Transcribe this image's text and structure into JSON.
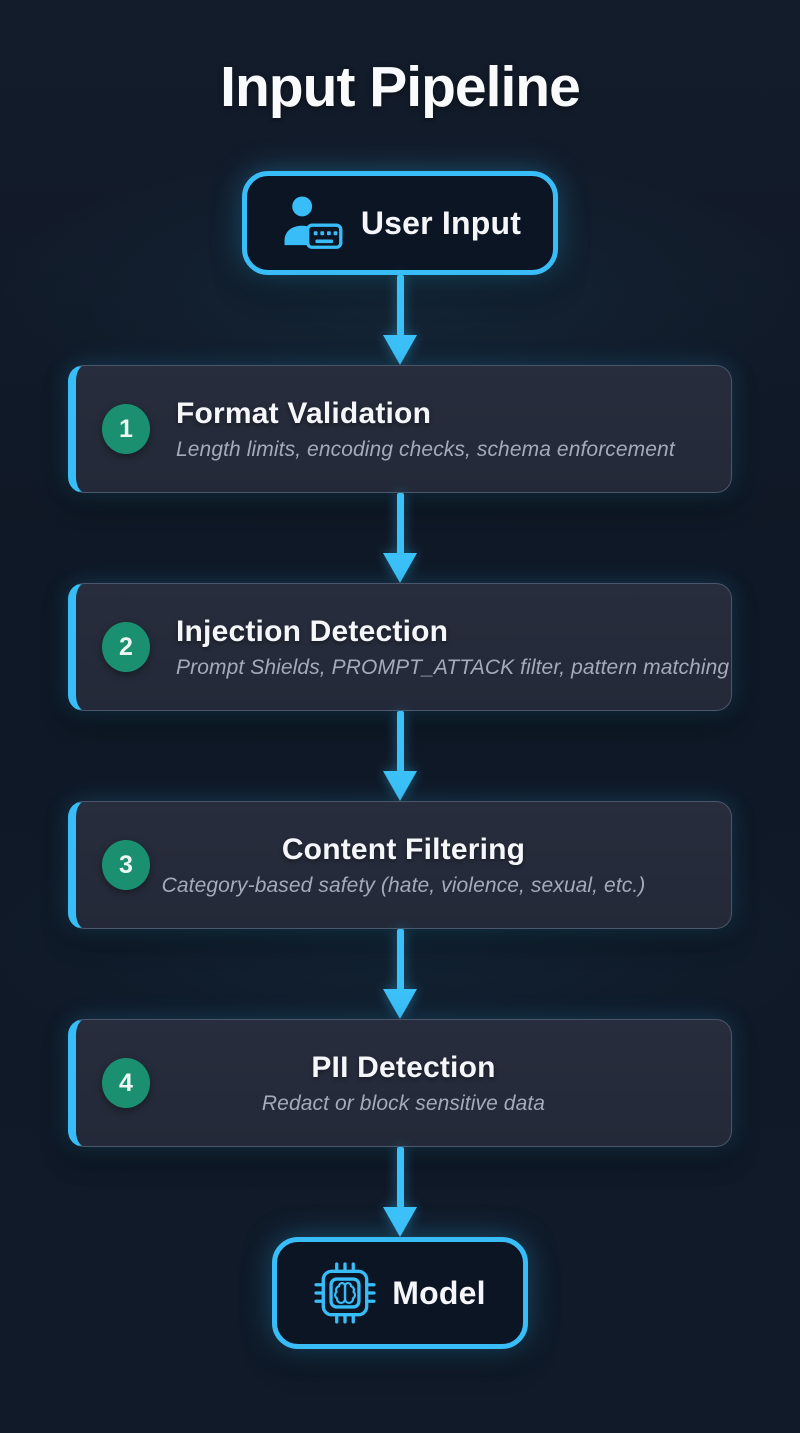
{
  "header": {
    "title": "Input Pipeline"
  },
  "colors": {
    "accent": "#38bdf8",
    "arrow": "#3bc0f7",
    "badge": "#1b9070",
    "step_background": "#242a38",
    "page_background": "#101a29",
    "title_text": "#f8fafc",
    "subtitle_text": "#a3abba"
  },
  "nodes": {
    "input": {
      "label": "User Input",
      "icon": "user-keyboard-icon"
    },
    "model": {
      "label": "Model",
      "icon": "chip-brain-icon"
    }
  },
  "steps": [
    {
      "number": "1",
      "title": "Format Validation",
      "subtitle": "Length limits, encoding checks, schema enforcement"
    },
    {
      "number": "2",
      "title": "Injection Detection",
      "subtitle": "Prompt Shields, PROMPT_ATTACK filter, pattern matching"
    },
    {
      "number": "3",
      "title": "Content Filtering",
      "subtitle": "Category-based safety (hate, violence, sexual, etc.)"
    },
    {
      "number": "4",
      "title": "PII Detection",
      "subtitle": "Redact or block sensitive data"
    }
  ]
}
